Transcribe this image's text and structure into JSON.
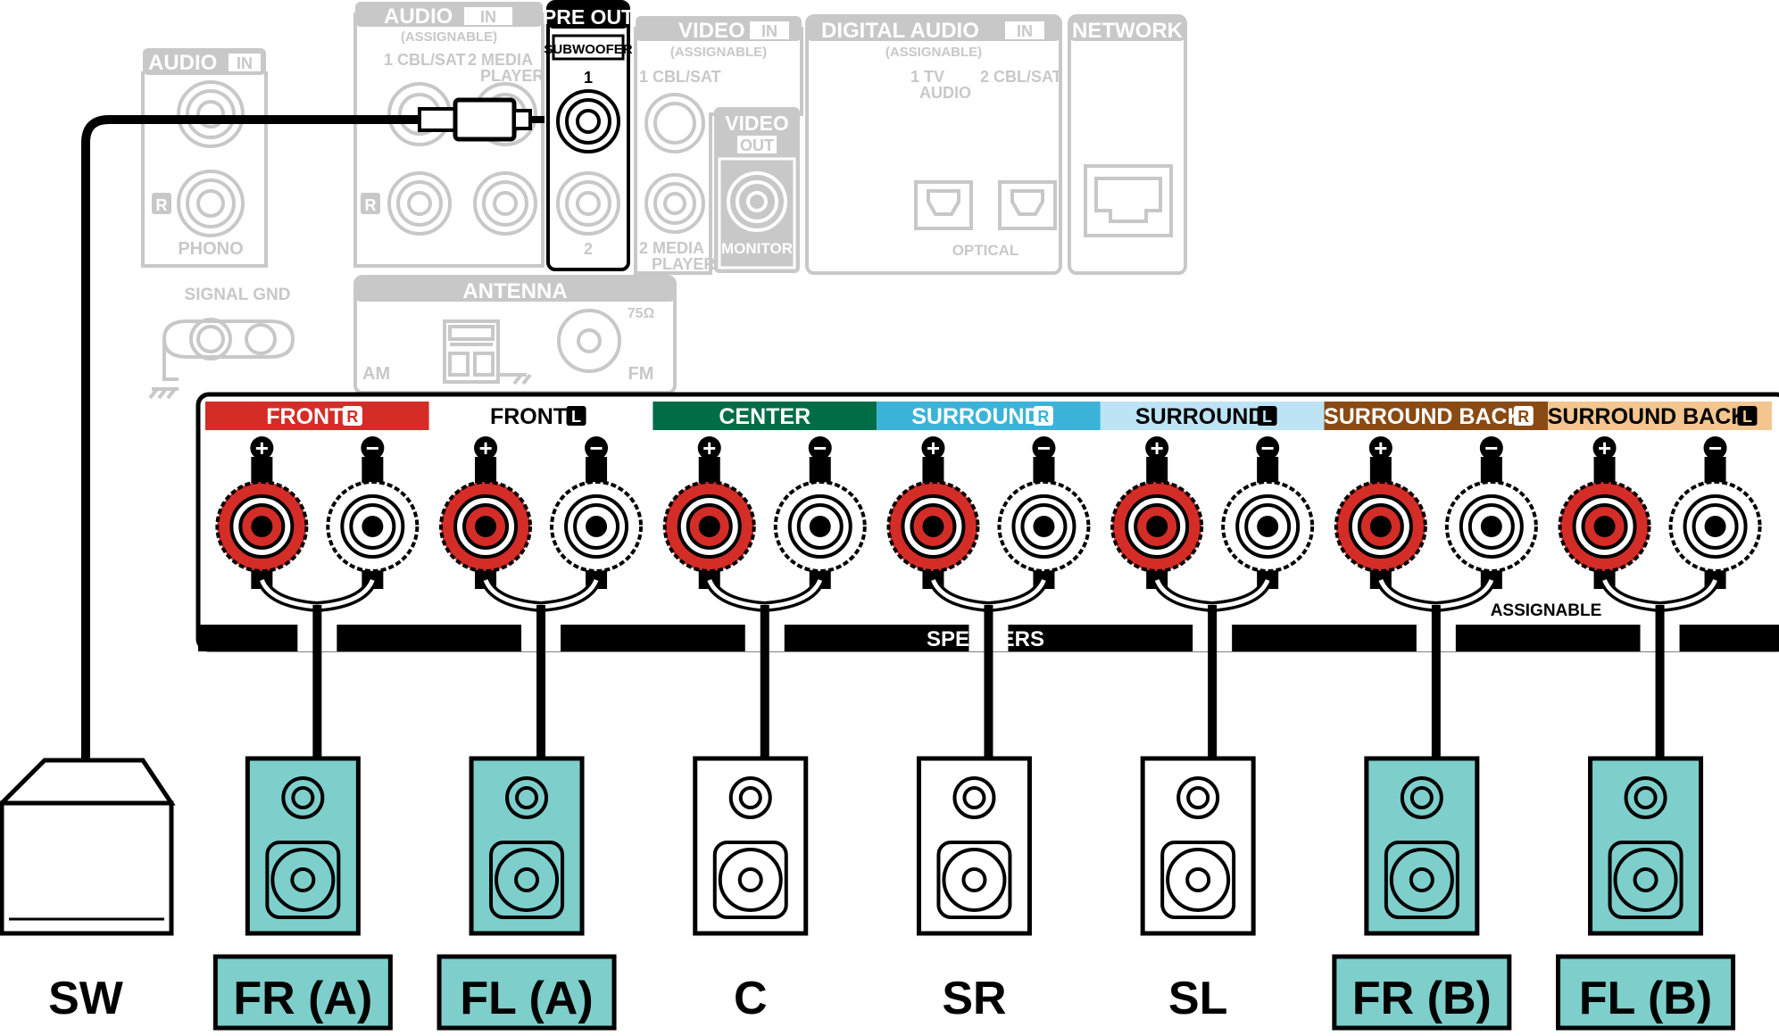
{
  "rear_panel": {
    "audio_in_left": {
      "title": "AUDIO",
      "tag": "IN",
      "r_mark": "R",
      "jack_label": "PHONO"
    },
    "audio_in_main": {
      "title": "AUDIO",
      "tag": "IN",
      "subtitle": "(ASSIGNABLE)",
      "input_1": "1 CBL/SAT",
      "input_2_a": "2 MEDIA",
      "input_2_b": "PLAYER",
      "r_mark": "R"
    },
    "pre_out": {
      "title": "PRE OUT",
      "subtitle": "SUBWOOFER",
      "jack_1": "1",
      "jack_2": "2"
    },
    "video_in": {
      "title": "VIDEO",
      "tag": "IN",
      "subtitle": "(ASSIGNABLE)",
      "input_1": "1 CBL/SAT",
      "input_2_a": "2  MEDIA",
      "input_2_b": "PLAYER"
    },
    "video_out": {
      "title": "VIDEO",
      "tag": "OUT",
      "jack_label": "MONITOR"
    },
    "digital_audio_in": {
      "title": "DIGITAL AUDIO",
      "tag": "IN",
      "subtitle": "(ASSIGNABLE)",
      "input_1_a": "1   TV",
      "input_1_b": "AUDIO",
      "input_2": "2 CBL/SAT",
      "optical": "OPTICAL"
    },
    "network": {
      "title": "NETWORK"
    },
    "signal_gnd": {
      "label": "SIGNAL GND"
    },
    "antenna": {
      "title": "ANTENNA",
      "am": "AM",
      "fm": "FM",
      "impedance": "75Ω"
    }
  },
  "speaker_panel": {
    "bottom_label": "SPEAKERS",
    "assignable_label": "ASSIGNABLE",
    "plus_symbol": "+",
    "minus_symbol": "−",
    "channels": [
      {
        "label": "FRONT",
        "side": "R",
        "color": "#d42d27",
        "text_color": "#ffffff"
      },
      {
        "label": "FRONT",
        "side": "L",
        "color": "#ffffff",
        "text_color": "#000000"
      },
      {
        "label": "CENTER",
        "side": "",
        "color": "#006d46",
        "text_color": "#ffffff"
      },
      {
        "label": "SURROUND",
        "side": "R",
        "color": "#3bb3d9",
        "text_color": "#ffffff"
      },
      {
        "label": "SURROUND",
        "side": "L",
        "color": "#bde4f4",
        "text_color": "#000000"
      },
      {
        "label": "SURROUND BACK",
        "side": "R",
        "color": "#8a4a14",
        "text_color": "#ffffff"
      },
      {
        "label": "SURROUND BACK",
        "side": "L",
        "color": "#f4c58f",
        "text_color": "#000000"
      }
    ]
  },
  "speakers": [
    {
      "label": "FR (A)",
      "highlighted": true,
      "fill": "#7ecfcb"
    },
    {
      "label": "FL (A)",
      "highlighted": true,
      "fill": "#7ecfcb"
    },
    {
      "label": "C",
      "highlighted": false,
      "fill": "#ffffff"
    },
    {
      "label": "SR",
      "highlighted": false,
      "fill": "#ffffff"
    },
    {
      "label": "SL",
      "highlighted": false,
      "fill": "#ffffff"
    },
    {
      "label": "FR (B)",
      "highlighted": true,
      "fill": "#7ecfcb"
    },
    {
      "label": "FL (B)",
      "highlighted": true,
      "fill": "#7ecfcb"
    }
  ],
  "subwoofer": {
    "label": "SW"
  },
  "colors": {
    "grey": "#c8c8c8",
    "terminal_red": "#d42d27",
    "highlight": "#7ecfcb"
  }
}
